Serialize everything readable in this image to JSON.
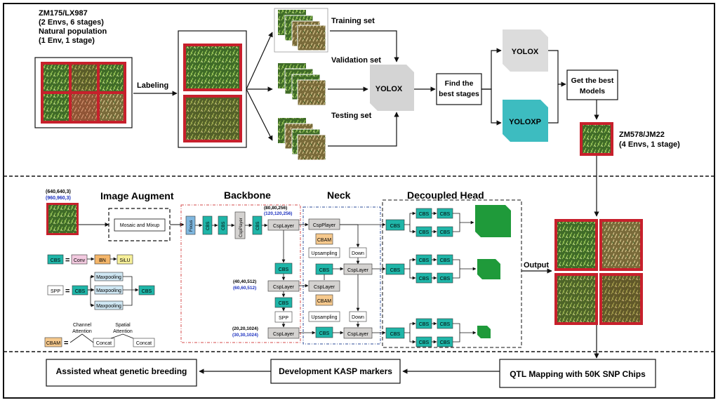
{
  "top": {
    "dataset_title": "ZM175/LX987",
    "dataset_line2": "(2 Envs, 6 stages)",
    "dataset_line3": "Natural population",
    "dataset_line4": "(1 Env, 1 stage)",
    "labeling": "Labeling",
    "training_set": "Training set",
    "validation_set": "Validation set",
    "testing_set": "Testing set",
    "yolox_center": "YOLOX",
    "find_best_line1": "Find the",
    "find_best_line2": "best stages",
    "yolox": "YOLOX",
    "yoloxp": "YOLOXP",
    "get_best_line1": "Get the best",
    "get_best_line2": "Models",
    "target_line1": "ZM578/JM22",
    "target_line2": "(4 Envs, 1 stage)"
  },
  "middle": {
    "input_dims": "(640,640,3)",
    "input_dims_alt": "(960,960,3)",
    "image_augment": "Image Augment",
    "backbone": "Backbone",
    "neck": "Neck",
    "decoupled_head": "Decoupled Head",
    "mosaic": "Mosaic and Mixup",
    "focus": "Focus",
    "cbs": "CBS",
    "cspplayer": "CspPlayer",
    "csplayer": "CspLayer",
    "spp": "SPP",
    "cbam": "CBAM",
    "upsampling": "Upsampling",
    "down": "Down",
    "dims1": "(80,80,256)",
    "dims1_alt": "(120,120,256)",
    "dims2": "(40,40,512)",
    "dims2_alt": "(60,60,512)",
    "dims3": "(20,20,1024)",
    "dims3_alt": "(30,30,1024)",
    "output": "Output",
    "legend": {
      "cbs": "CBS",
      "conv": "Conv",
      "bn": "BN",
      "silu": "SiLU",
      "spp": "SPP",
      "maxpooling": "Maxpooling",
      "cbam": "CBAM",
      "channel_attention_1": "Channel",
      "channel_attention_2": "Attention",
      "spatial_attention_1": "Spatial",
      "spatial_attention_2": "Attention",
      "concat": "Concat"
    }
  },
  "bottom": {
    "assisted": "Assisted wheat genetic breeding",
    "kasp": "Development KASP markers",
    "qtl": "QTL Mapping with 50K SNP Chips"
  },
  "colors": {
    "teal": "#1fb5a8",
    "green": "#1f9a3a",
    "light_blue": "#cfe7f3",
    "cbam_orange": "#f6c98d",
    "gray_box": "#d4d2d0",
    "red_dash": "#d64b4b",
    "blue_dash": "#2d4d9a",
    "dim_blue": "#1a2fbf",
    "conv_pink": "#f2c9df",
    "bn_orange": "#f4b66a",
    "silu_yellow": "#f7f09a"
  }
}
